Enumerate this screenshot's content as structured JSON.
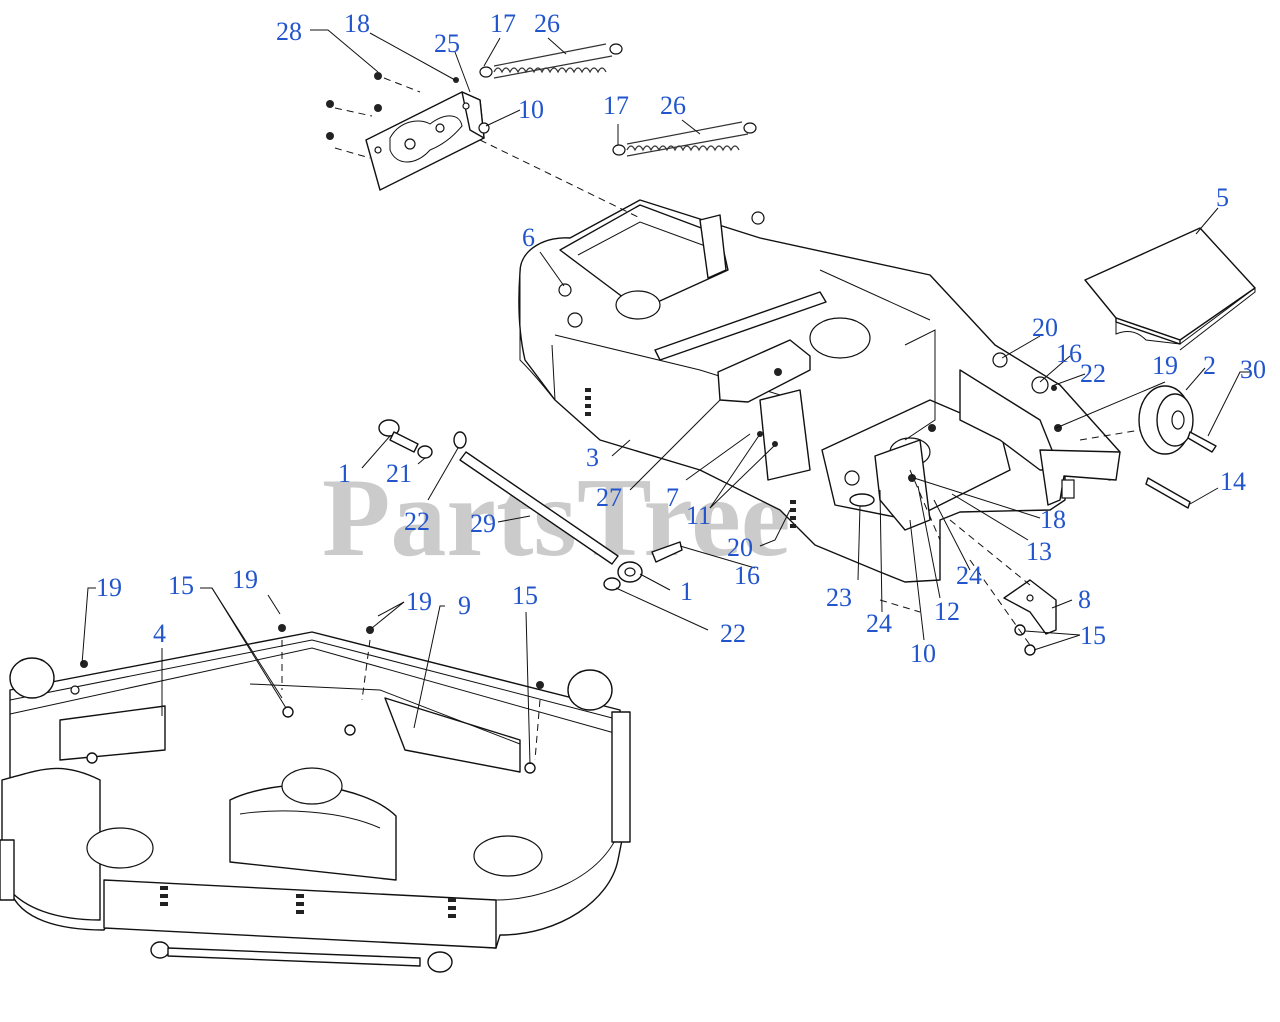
{
  "diagram": {
    "watermark": "PartsTree",
    "label_color": "#2255cc",
    "watermark_color": "#b9b9b9",
    "callouts": [
      "28",
      "18",
      "25",
      "17",
      "26",
      "10",
      "17",
      "26",
      "6",
      "5",
      "20",
      "16",
      "22",
      "19",
      "2",
      "30",
      "3",
      "1",
      "21",
      "22",
      "29",
      "27",
      "7",
      "11",
      "20",
      "16",
      "1",
      "22",
      "18",
      "13",
      "24",
      "23",
      "24",
      "12",
      "10",
      "14",
      "19",
      "15",
      "19",
      "19",
      "9",
      "15",
      "4",
      "8",
      "15"
    ]
  }
}
